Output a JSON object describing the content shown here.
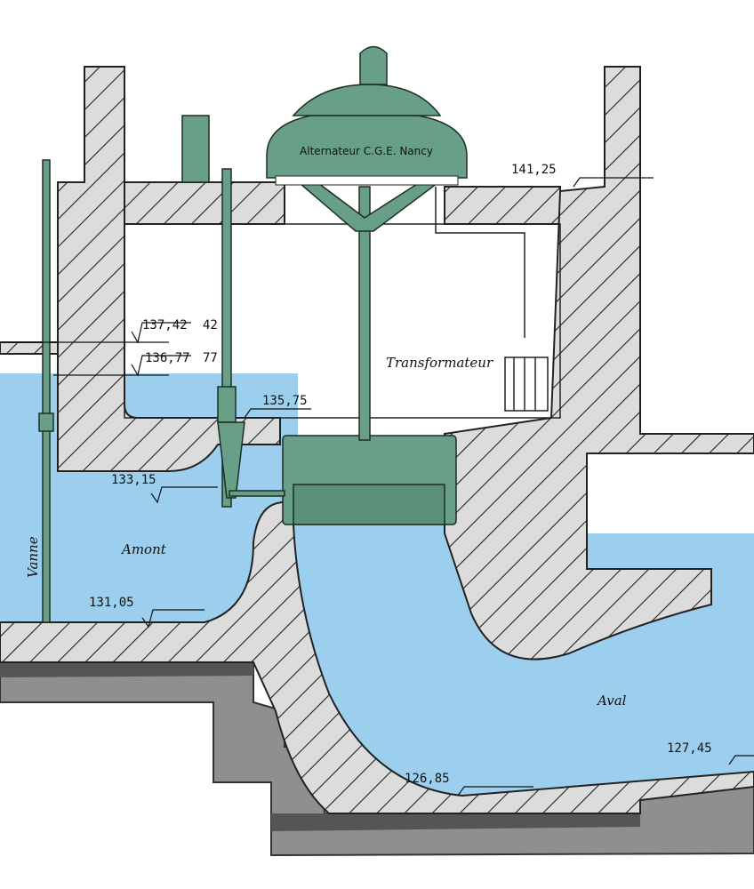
{
  "generator_label": "Alternateur C.G.E. Nancy",
  "zones": {
    "upstream": "Amont",
    "downstream": "Aval",
    "gate": "Vanne",
    "transformer": "Transformateur"
  },
  "levels": {
    "top": "141,25",
    "l1": "137,42",
    "l1b": "42",
    "l2": "136,77",
    "l2b": "77",
    "floor": "135,75",
    "inlet": "133,15",
    "amont_floor": "131,05",
    "aval": "127,45",
    "draft_bottom": "126,85"
  },
  "colors": {
    "water": "#9ccfee",
    "machine": "#67a087",
    "ground": "#8f8f8f",
    "concrete": "#d9d9d9"
  }
}
